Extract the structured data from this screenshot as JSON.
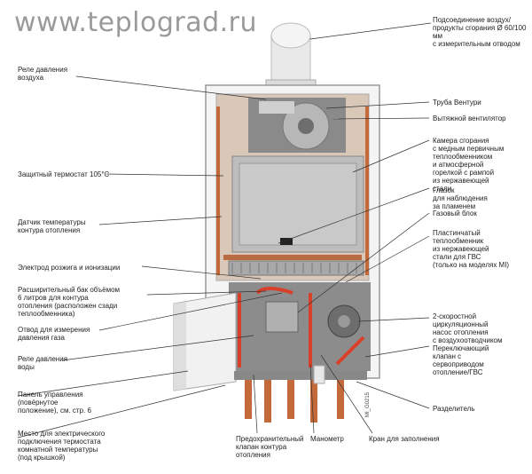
{
  "watermark": "www.teplograd.ru",
  "left_labels": [
    {
      "id": "air-pressure-relay",
      "text": "Реле давления\nвоздуха"
    },
    {
      "id": "safety-thermostat",
      "text": "Защитный термостат 105°C"
    },
    {
      "id": "heating-temp-sensor",
      "text": "Датчик температуры\nконтура отопления"
    },
    {
      "id": "ignition-electrode",
      "text": "Электрод розжига и ионизации"
    },
    {
      "id": "expansion-tank",
      "text": "Расширительный бак объёмом\n6 литров для контура\nотопления (расположен сзади\nтеплообменника)"
    },
    {
      "id": "gas-pressure-tap",
      "text": "Отвод для измерения\nдавления газа"
    },
    {
      "id": "water-pressure-relay",
      "text": "Реле давления\nводы"
    },
    {
      "id": "control-panel",
      "text": "Панель управления\n(повёрнутое\nположение), см. стр. 6"
    },
    {
      "id": "thermostat-connection",
      "text": "Место для электрического\nподключения термостата\nкомнатной температуры\n(под крышкой)"
    }
  ],
  "right_labels": [
    {
      "id": "flue-connection",
      "text": "Подсоединение воздух/\nпродукты сгорания Ø 60/100 мм\nс измерительным отводом"
    },
    {
      "id": "venturi-tube",
      "text": "Труба Вентури"
    },
    {
      "id": "exhaust-fan",
      "text": "Вытяжной вентилятор"
    },
    {
      "id": "combustion-chamber",
      "text": "Камера сгорания\nс медным первичным\nтеплообменником\nи атмосферной\nгорелкой с рампой\nиз нержавеющей\nстали"
    },
    {
      "id": "flame-window",
      "text": "Глазок\nдля наблюдения\nза пламенем"
    },
    {
      "id": "gas-block",
      "text": "Газовый блок"
    },
    {
      "id": "plate-exchanger",
      "text": "Пластинчатый\nтеплообменник\nиз нержавеющей\nстали для ГВС\n(только на моделях MI)"
    },
    {
      "id": "circulation-pump",
      "text": "2-скоростной\nциркуляционный\nнасос отопления\nс воздухоотводчиком"
    },
    {
      "id": "diverter-valve",
      "text": "Переключающий\nклапан с\nсервоприводом\nотопление/ГВС"
    },
    {
      "id": "separator",
      "text": "Разделитель"
    }
  ],
  "bottom_labels": [
    {
      "id": "safety-valve",
      "text": "Предохранительный\nклапан контура\nотопления"
    },
    {
      "id": "manometer",
      "text": "Манометр"
    },
    {
      "id": "fill-tap",
      "text": "Кран для заполнения"
    }
  ],
  "figure_code": "MI_G0215",
  "colors": {
    "frame": "#f2f2f2",
    "chamber": "#bdbdbd",
    "copper": "#c46a3a",
    "leader": "#333333",
    "pipe_red": "#d9402a"
  }
}
